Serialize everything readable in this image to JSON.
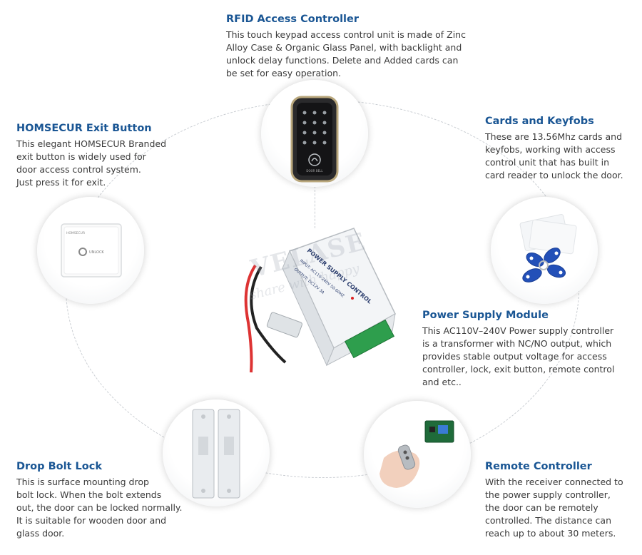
{
  "features": {
    "rfid": {
      "title": "RFID Access Controller",
      "text": "This touch keypad access control unit is made of Zinc\nAlloy Case & Organic Glass Panel, with backlight and\nunlock delay functions. Delete and Added cards can\nbe set for easy operation."
    },
    "exit": {
      "title": "HOMSECUR Exit Button",
      "text": "This elegant HOMSECUR Branded\nexit button is widely used for\ndoor access control system.\nJust press it for exit."
    },
    "cards": {
      "title": "Cards and Keyfobs",
      "text": "These are 13.56Mhz cards and\nkeyfobs, working with access\ncontrol unit that has built in\ncard reader to unlock the door."
    },
    "power": {
      "title": "Power Supply Module",
      "text": "This AC110V–240V Power supply controller\nis a transformer with NC/NO output, which\nprovides stable output voltage for access\ncontroller, lock, exit button, remote control\nand etc.."
    },
    "lock": {
      "title": "Drop Bolt Lock",
      "text": "This is surface mounting drop\nbolt lock. When the bolt extends\nout, the door can be locked normally.\nIt is suitable for wooden door and\nglass door."
    },
    "remote": {
      "title": "Remote Controller",
      "text": "With the receiver connected to\nthe power supply controller,\nthe door can be remotely\ncontrolled. The distance can\nreach up to about 30 meters."
    }
  },
  "product_labels": {
    "psu_title": "POWER SUPPLY CONTROL",
    "psu_input": "INPUT: AC110-240V 50-60HZ",
    "psu_output": "OUTPUT: DC12V 3A",
    "exit_brand": "HOMSECUR",
    "exit_label": "UNLOCK",
    "keypad_label": "DOOR BELL"
  },
  "watermark": {
    "brand": "VELASE",
    "tagline": "share with happy"
  },
  "colors": {
    "heading": "#1a5694",
    "body_text": "#3a3a3a",
    "ring": "#c9cdd2",
    "fob_blue": "#2350b8"
  }
}
